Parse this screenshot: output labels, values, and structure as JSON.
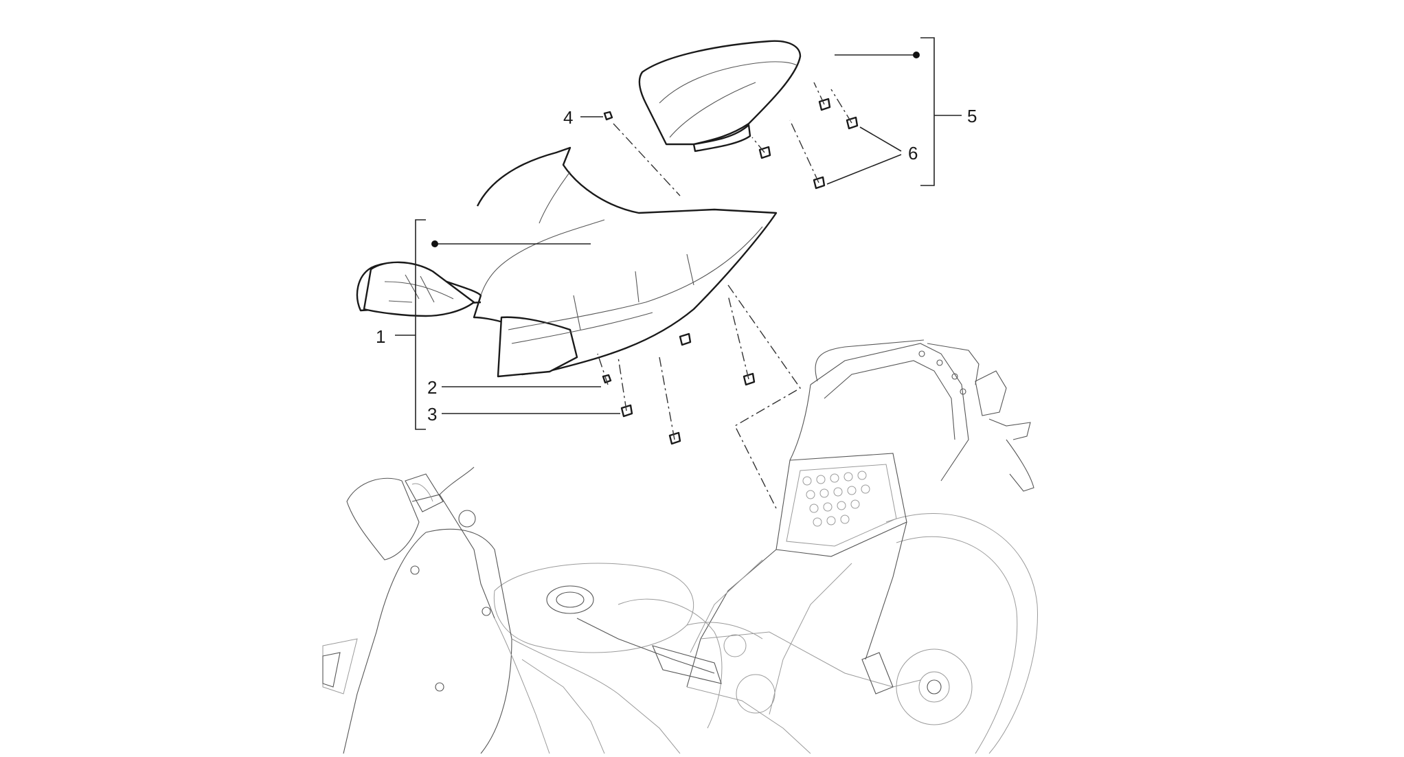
{
  "callouts": [
    {
      "id": "1",
      "label": "1"
    },
    {
      "id": "2",
      "label": "2"
    },
    {
      "id": "3",
      "label": "3"
    },
    {
      "id": "4",
      "label": "4"
    },
    {
      "id": "5",
      "label": "5"
    },
    {
      "id": "6",
      "label": "6"
    }
  ],
  "parts": {
    "rider_seat": "rider-seat",
    "passenger_seat": "passenger-seat",
    "motorcycle": "motorcycle-outline"
  }
}
